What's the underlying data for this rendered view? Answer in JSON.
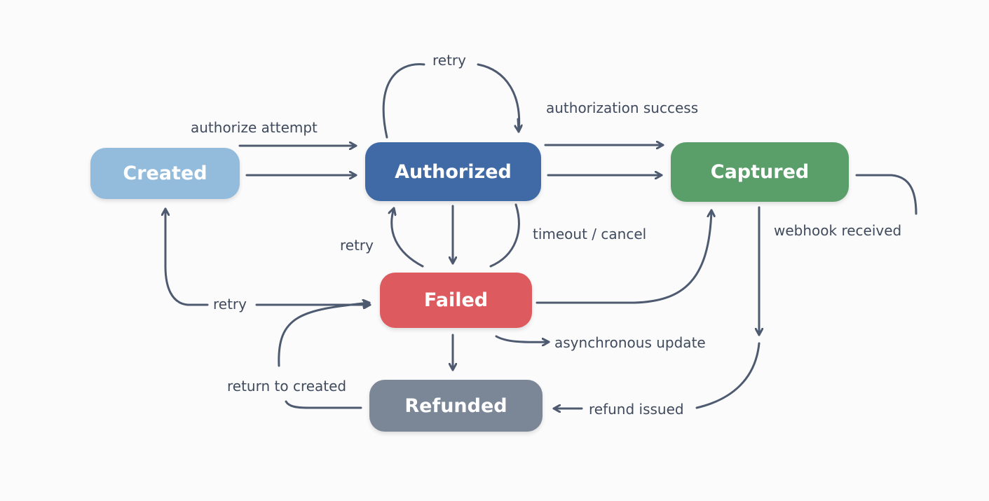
{
  "states": {
    "created": {
      "label": "Created",
      "color": "#93bbdc"
    },
    "authorized": {
      "label": "Authorized",
      "color": "#3f6aa6"
    },
    "captured": {
      "label": "Captured",
      "color": "#5a9e6a"
    },
    "failed": {
      "label": "Failed",
      "color": "#dd5a5e"
    },
    "refunded": {
      "label": "Refunded",
      "color": "#7b8796"
    }
  },
  "transitions": {
    "retry_top": "retry",
    "authorization_success": "authorization success",
    "authorize_attempt": "authorize attempt",
    "retry_left": "retry",
    "timeout_cancel": "timeout / cancel",
    "webhook_received": "webhook received",
    "retry_bottom": "retry",
    "asynchronous_update": "asynchronous update",
    "return_to_created": "return to created",
    "refund_issued": "refund issued"
  },
  "colors": {
    "edge": "#4d5a70",
    "label_text": "#3f4a5c",
    "background": "#fbfbfc"
  }
}
